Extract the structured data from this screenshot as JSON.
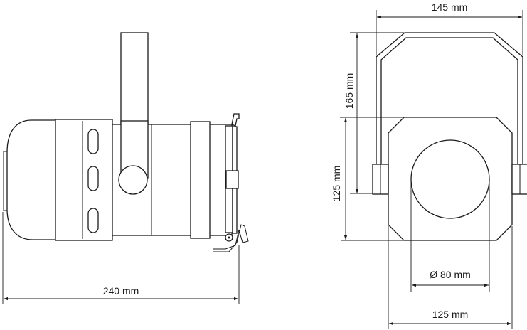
{
  "dimensions": {
    "length": "240 mm",
    "bracket_width": "145 mm",
    "total_height": "165 mm",
    "housing_height": "125 mm",
    "lens_diameter": "Ø 80 mm",
    "housing_width": "125 mm"
  }
}
